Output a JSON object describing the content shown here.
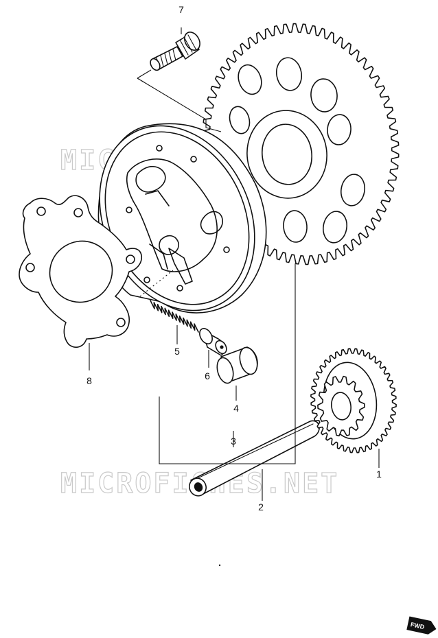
{
  "watermark": {
    "text": "MICROFICHES.NET",
    "color": "#c9c9c9"
  },
  "parts": [
    {
      "id": "part-1",
      "callout": "1",
      "component": "starter-driven-gear"
    },
    {
      "id": "part-2",
      "callout": "2",
      "component": "shaft"
    },
    {
      "id": "part-3",
      "callout": "3",
      "component": "starter-clutch-assembly"
    },
    {
      "id": "part-4",
      "callout": "4",
      "component": "roller"
    },
    {
      "id": "part-5",
      "callout": "5",
      "component": "spring"
    },
    {
      "id": "part-6",
      "callout": "6",
      "component": "plunger"
    },
    {
      "id": "part-7",
      "callout": "7",
      "component": "bolt"
    },
    {
      "id": "part-8",
      "callout": "8",
      "component": "plate"
    }
  ],
  "fwd_badge": {
    "text": "FWD",
    "color": "#111111"
  }
}
